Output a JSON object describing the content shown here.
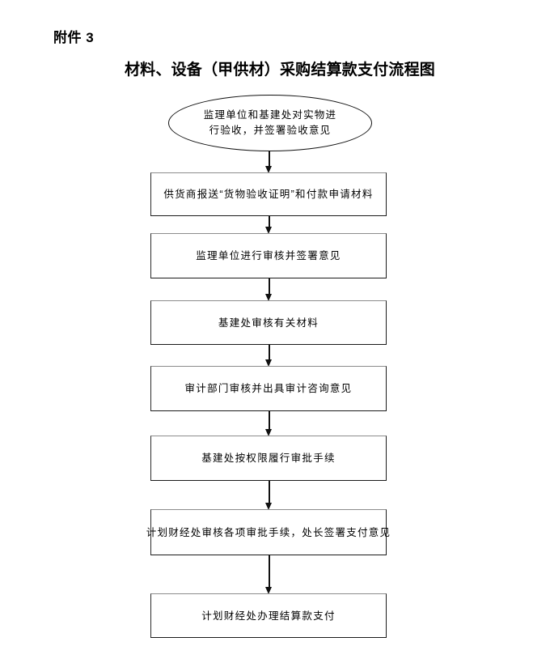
{
  "page": {
    "attachment_label": "附件 3",
    "title": "材料、设备（甲供材）采购结算款支付流程图",
    "background_color": "#ffffff",
    "line_color": "#111111"
  },
  "flowchart": {
    "type": "vertical-process-flow",
    "start_node": {
      "shape": "ellipse",
      "text": "监理单位和基建处对实物进\n行验收，并签署验收意见",
      "line1": "监理单位和基建处对实物进",
      "line2": "行验收，并签署验收意见"
    },
    "steps": [
      {
        "index": 1,
        "shape": "rectangle",
        "text": "供货商报送“货物验收证明”和付款申请材料"
      },
      {
        "index": 2,
        "shape": "rectangle",
        "text": "监理单位进行审核并签署意见"
      },
      {
        "index": 3,
        "shape": "rectangle",
        "text": "基建处审核有关材料"
      },
      {
        "index": 4,
        "shape": "rectangle",
        "text": "审计部门审核并出具审计咨询意见"
      },
      {
        "index": 5,
        "shape": "rectangle",
        "text": "基建处按权限履行审批手续"
      },
      {
        "index": 6,
        "shape": "rectangle",
        "text": "计划财经处审核各项审批手续，处长签署支付意见"
      },
      {
        "index": 7,
        "shape": "rectangle",
        "text": "计划财经处办理结算款支付"
      }
    ],
    "connectors": [
      {
        "from": "start_node",
        "to": "step-1",
        "style": "down-arrow"
      },
      {
        "from": "step-1",
        "to": "step-2",
        "style": "down-arrow"
      },
      {
        "from": "step-2",
        "to": "step-3",
        "style": "down-arrow"
      },
      {
        "from": "step-3",
        "to": "step-4",
        "style": "down-arrow"
      },
      {
        "from": "step-4",
        "to": "step-5",
        "style": "down-arrow"
      },
      {
        "from": "step-5",
        "to": "step-6",
        "style": "down-arrow"
      },
      {
        "from": "step-6",
        "to": "step-7",
        "style": "down-arrow"
      }
    ]
  }
}
